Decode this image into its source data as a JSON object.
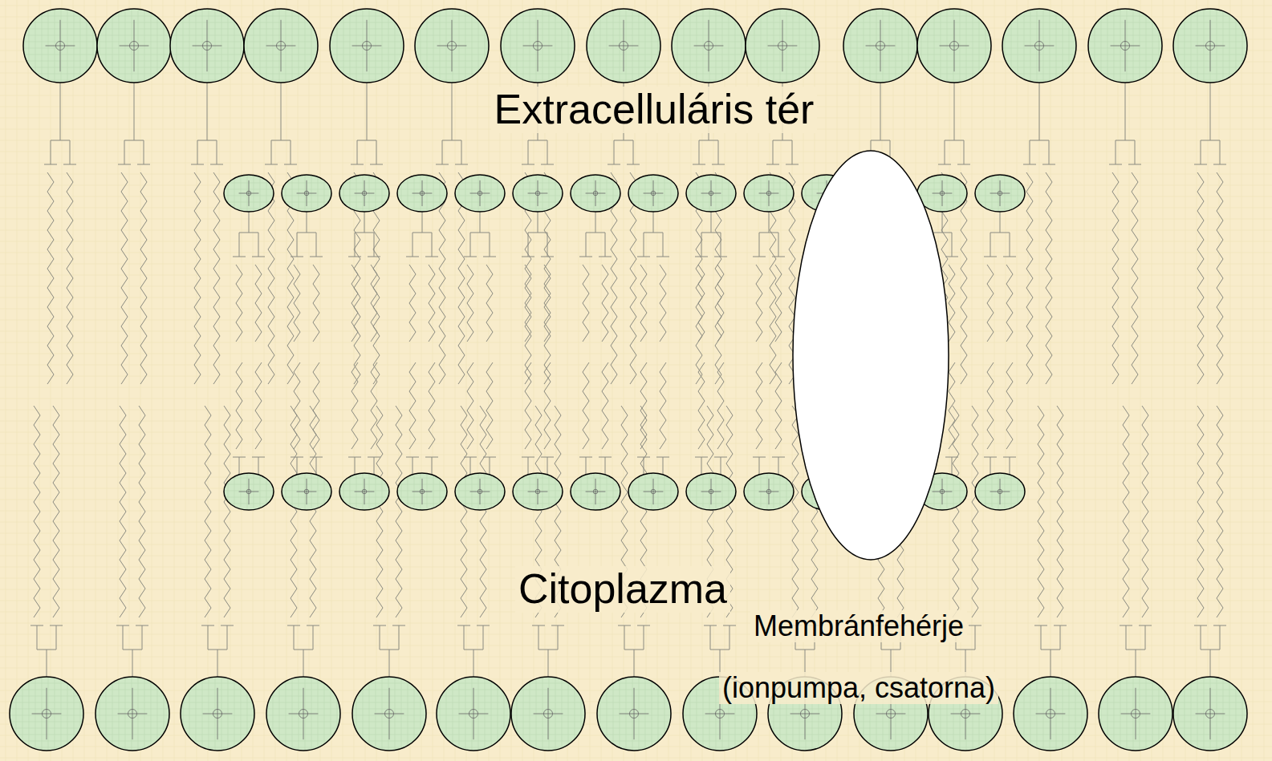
{
  "diagram": {
    "labels": [
      "Extracelluláris tér",
      "Citoplazma",
      "Membránfehérje",
      "(ionpumpa, csatorna)"
    ]
  }
}
